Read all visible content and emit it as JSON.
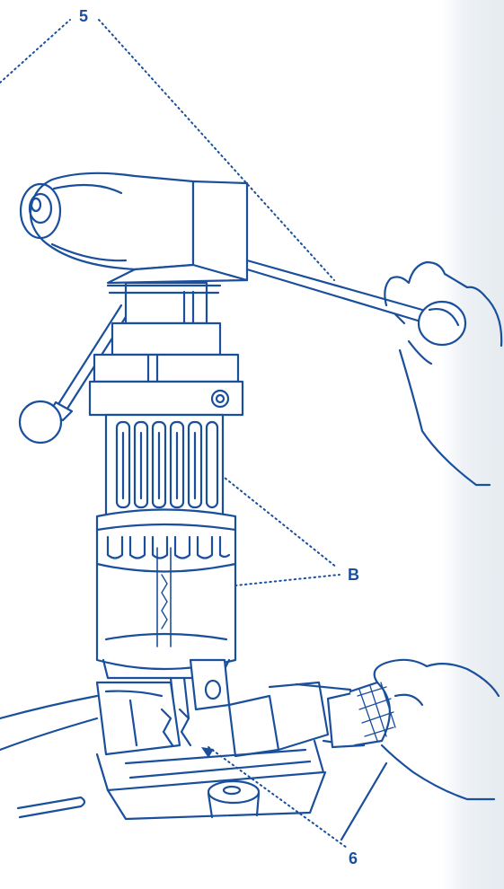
{
  "callouts": {
    "five": "5",
    "b": "B",
    "six": "6"
  },
  "colors": {
    "line": "#1a4f9c",
    "fill": "#ffffff",
    "background": "#ffffff",
    "side_strip": "#e6ebf0"
  }
}
